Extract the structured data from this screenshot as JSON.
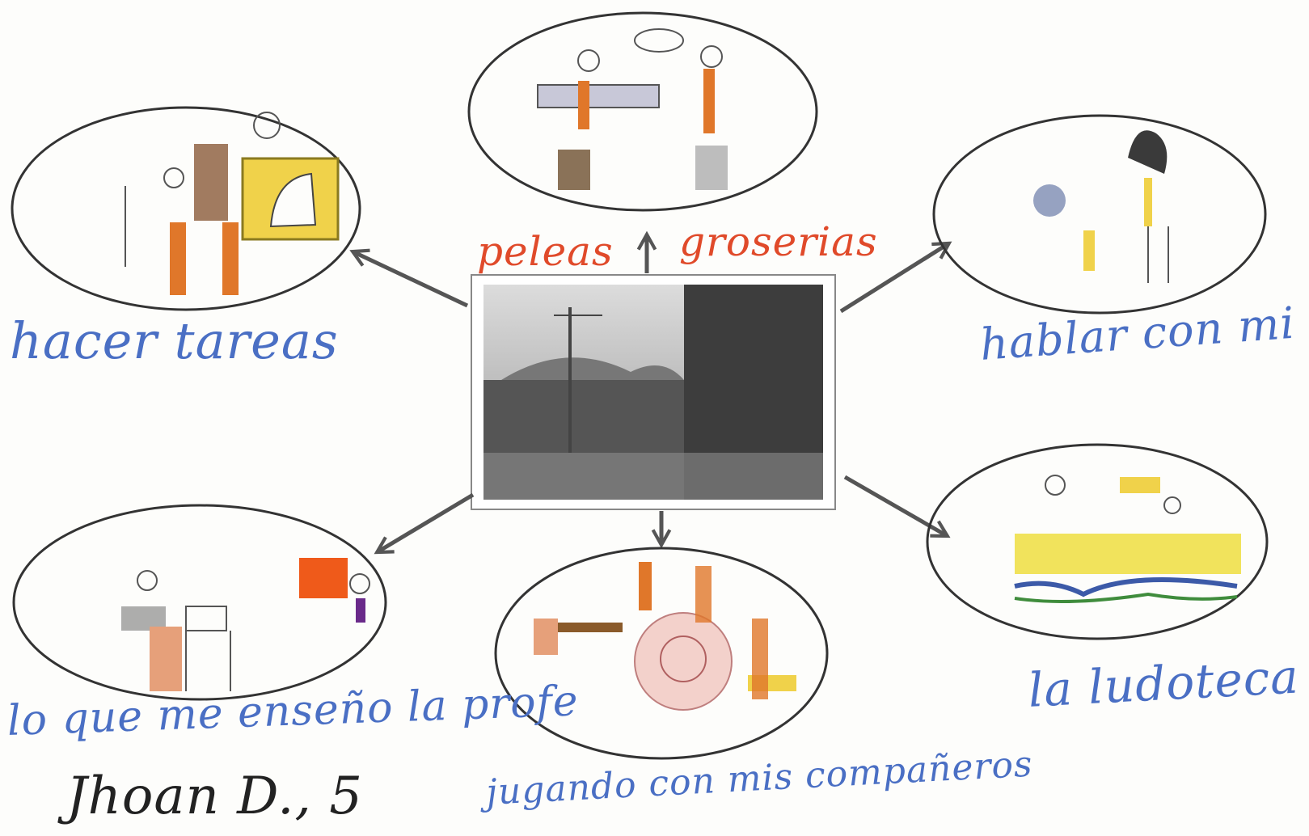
{
  "labels": {
    "hacer_tareas": "hacer tareas",
    "peleas": "peleas",
    "groserias": "groserias",
    "hablar_con_mi_profe": "hablar con mi profe",
    "la_ludoteca": "la ludoteca",
    "lo_que_me_enseno": "lo que me enseño la profe",
    "jugando": "jugando con mis compañeros"
  },
  "signature": "Jhoan D., 5",
  "colors": {
    "caption_blue": "#4a6fc4",
    "caption_red": "#e04a2a",
    "outline": "#333333",
    "crayon_orange": "#e0772a",
    "crayon_yellow": "#f0d24a",
    "crayon_brown": "#8a7258",
    "crayon_blue": "#3c5aa8",
    "crayon_purple": "#6a2a8a",
    "photo_gray": "#6a6a6a"
  },
  "icons": {
    "arrow": "arrow-icon",
    "photo": "school-gate-photo"
  }
}
